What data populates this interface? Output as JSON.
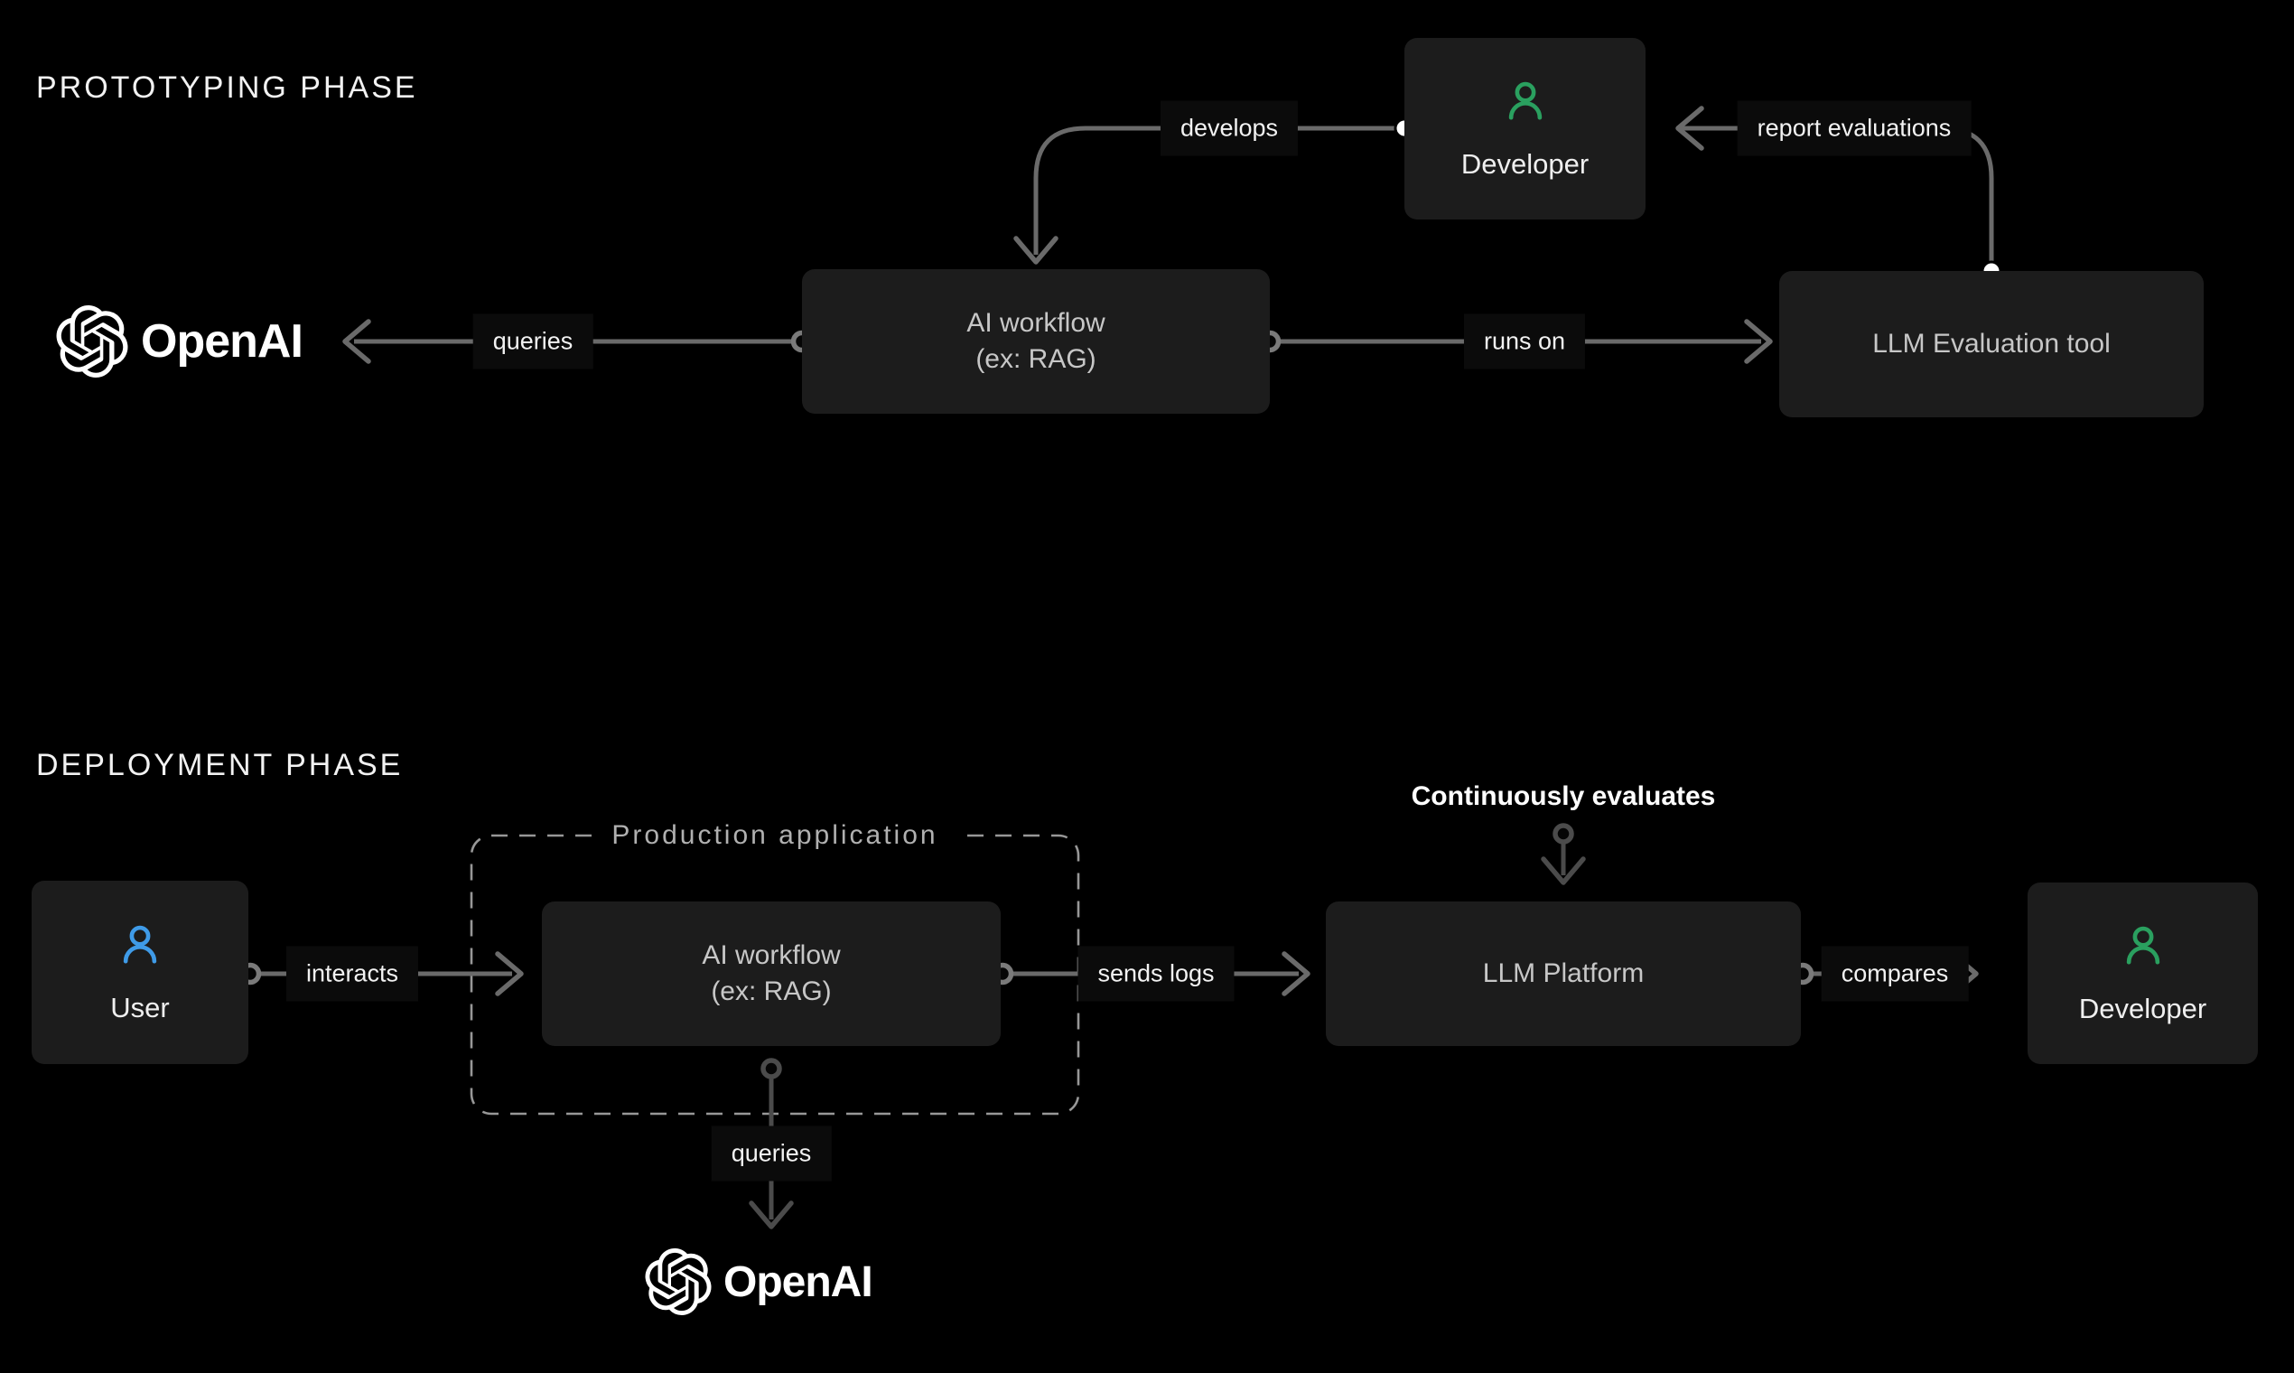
{
  "theme": {
    "background": "#000000",
    "node_bg": "#1c1c1c",
    "node_text": "#c7c7c7",
    "white_text": "#efefef",
    "line": "#6a6a6a",
    "line_dark": "#4b4b4b",
    "accent_green": "#2aa05f",
    "accent_blue": "#3f9be8",
    "dashed_border": "#979797",
    "muted_text": "#b0b0b0",
    "label_bg": "#0b0b0b"
  },
  "prototyping": {
    "title": "PROTOTYPING PHASE",
    "openai_label": "OpenAI",
    "developer": "Developer",
    "ai_workflow_line1": "AI workflow",
    "ai_workflow_line2": "(ex: RAG)",
    "llm_evaluation_tool": "LLM Evaluation tool",
    "edges": {
      "queries": "queries",
      "develops": "develops",
      "runs_on": "runs on",
      "report_evaluations": "report evaluations"
    }
  },
  "deployment": {
    "title": "DEPLOYMENT PHASE",
    "group_label": "Production application",
    "user": "User",
    "ai_workflow_line1": "AI workflow",
    "ai_workflow_line2": "(ex: RAG)",
    "llm_platform": "LLM Platform",
    "developer": "Developer",
    "openai_label": "OpenAI",
    "edges": {
      "interacts": "interacts",
      "sends_logs": "sends logs",
      "compares": "compares",
      "queries": "queries",
      "continuously_evaluates": "Continuously evaluates"
    }
  }
}
